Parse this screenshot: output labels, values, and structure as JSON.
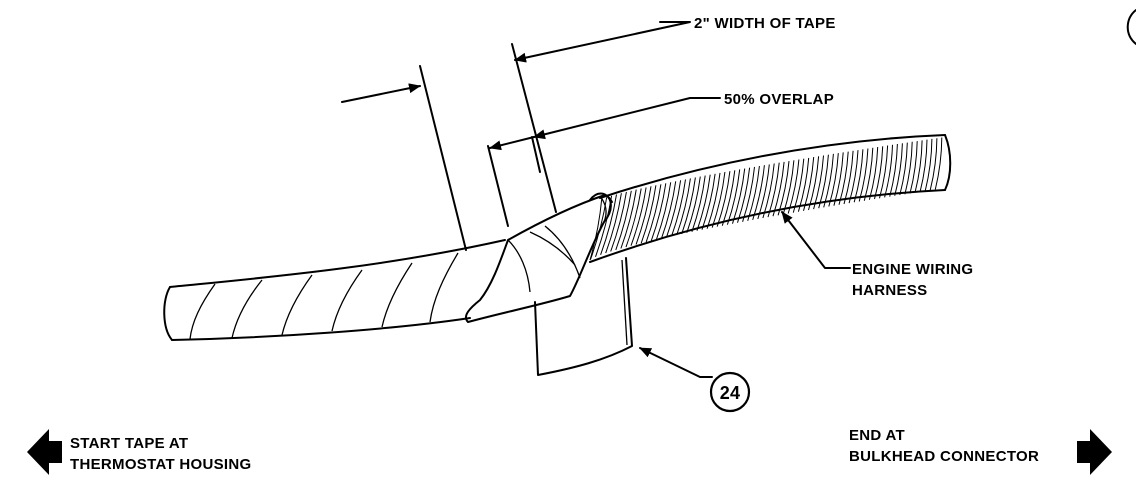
{
  "labels": {
    "tape_width": "2\" WIDTH OF TAPE",
    "overlap": "50% OVERLAP",
    "harness_line1": "ENGINE WIRING",
    "harness_line2": "HARNESS",
    "callout": "24",
    "start_line1": "START TAPE AT",
    "start_line2": "THERMOSTAT HOUSING",
    "end_line1": "END AT",
    "end_line2": "BULKHEAD CONNECTOR"
  },
  "icons": {
    "start_arrow": "left-arrow-icon",
    "end_arrow": "right-arrow-icon"
  }
}
